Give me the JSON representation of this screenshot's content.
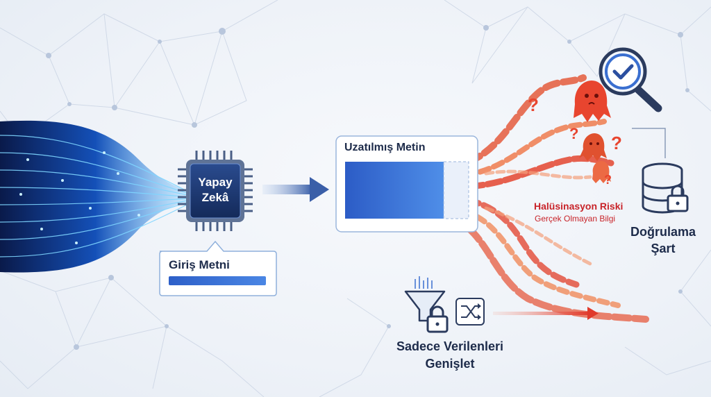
{
  "chip": {
    "line1": "Yapay",
    "line2": "Zekâ"
  },
  "input_box": {
    "title": "Giriş Metni"
  },
  "output_box": {
    "title": "Uzatılmış Metin"
  },
  "hallucination": {
    "title": "Halüsinasyon Riski",
    "subtitle": "Gerçek Olmayan Bilgi"
  },
  "verification": {
    "line1": "Doğrulama",
    "line2": "Şart"
  },
  "expand": {
    "line1": "Sadece Verilenleri",
    "line2": "Genişlet"
  },
  "icons": [
    "chip-icon",
    "arrow-icon",
    "magnifier-check-icon",
    "ghost-icon",
    "question-icon",
    "database-lock-icon",
    "funnel-lock-icon",
    "shuffle-icon"
  ],
  "colors": {
    "blue_accent": "#2f6fd6",
    "red_accent": "#e03a2c",
    "navy_text": "#1d2b4a",
    "risk_text": "#c8242a",
    "chip_body": "#1b2f5e"
  }
}
